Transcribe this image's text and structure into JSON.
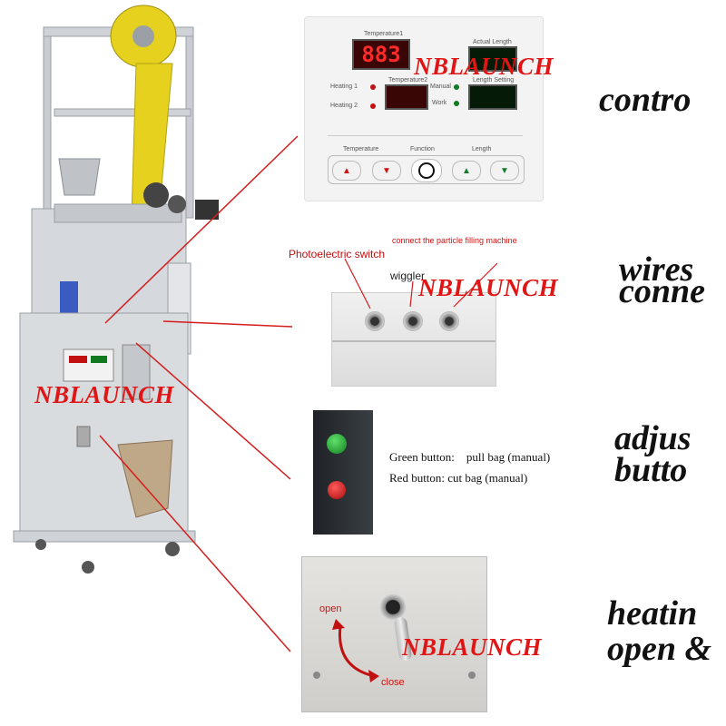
{
  "watermark": "NBLAUNCH",
  "headings": {
    "control": "contro",
    "wires_1": "wires",
    "wires_2": "conne",
    "adjust_1": "adjus",
    "adjust_2": "butto",
    "heating_1": "heatin",
    "heating_2": "open &"
  },
  "control_panel": {
    "temp1_label": "Temperature1",
    "temp1_value": "883",
    "heating1": "Heating 1",
    "heating2": "Heating 2",
    "temp2_label": "Temperature2",
    "work_label": "Work",
    "auto_label": "Manual",
    "actual_length": "Actual Length",
    "length_setting": "Length Setting",
    "btn_temperature": "Temperature",
    "btn_function": "Function",
    "btn_length": "Length"
  },
  "wires": {
    "connect_label": "connect the particle filling machine",
    "photo_label": "Photoelectric switch",
    "wiggler_label": "wiggler"
  },
  "adjust": {
    "green_line": "Green button:    pull bag (manual)",
    "red_line": "Red button: cut bag (manual)"
  },
  "heating": {
    "open_label": "open",
    "close_label": "close"
  },
  "colors": {
    "accent_red": "#e01515",
    "line_red": "#d41d1d",
    "machine_steel": "#d9dcdf",
    "film_yellow": "#e6d21e"
  }
}
